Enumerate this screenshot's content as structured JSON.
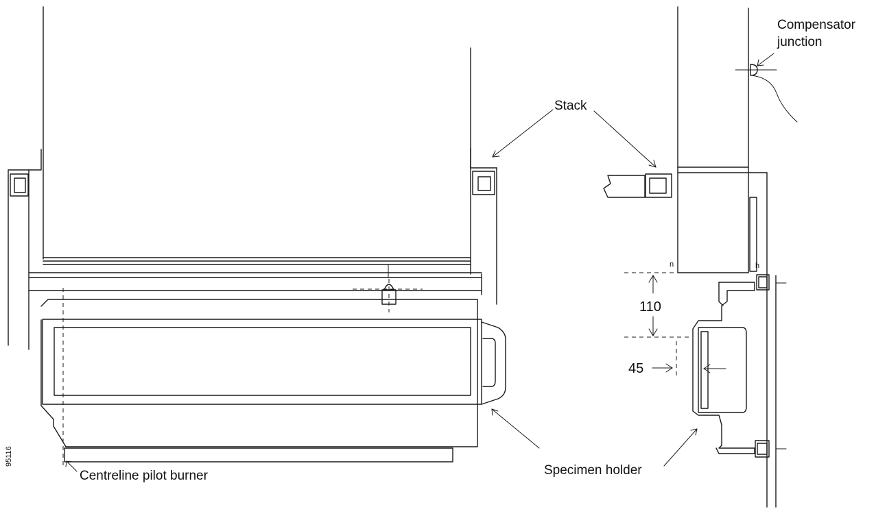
{
  "labels": {
    "compensator_line1": "Compensator",
    "compensator_line2": "junction",
    "stack": "Stack",
    "specimen_holder": "Specimen holder",
    "centreline_pilot_burner": "Centreline pilot burner",
    "figure_number": "95116"
  },
  "dimensions": {
    "vertical": "110",
    "horizontal": "45"
  }
}
